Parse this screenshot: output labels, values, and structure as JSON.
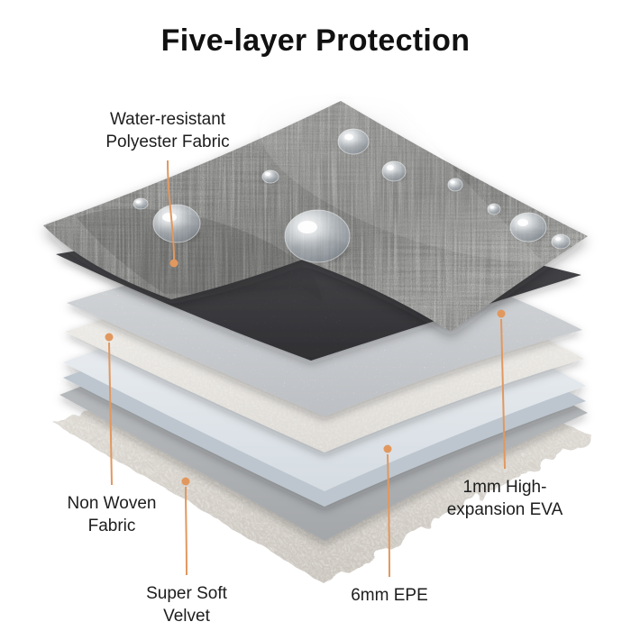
{
  "title": "Five-layer Protection",
  "annotations": {
    "polyester": {
      "label": "Water-resistant Polyester Fabric"
    },
    "eva": {
      "label": "1mm High-expansion EVA"
    },
    "non_woven": {
      "label": "Non Woven Fabric"
    },
    "epe": {
      "label": "6mm EPE"
    },
    "velvet": {
      "label": "Super Soft Velvet"
    }
  },
  "colors": {
    "accent": "#E1985F",
    "text": "#1d1d1d",
    "background": "#ffffff"
  }
}
